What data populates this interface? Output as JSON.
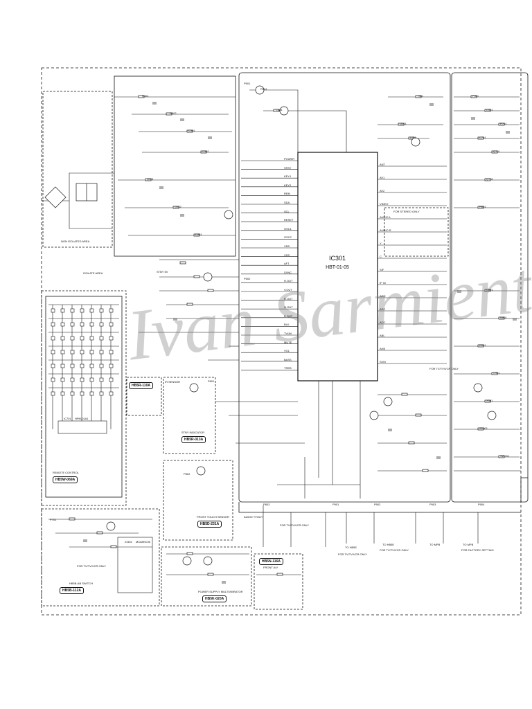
{
  "main_ic": {
    "ref": "IC301",
    "part": "HBT-01-05"
  },
  "watermark": "Ivan Sarmiento",
  "areas": {
    "non_isolated": "NON ISOLATED AREA",
    "isolated": "ISOLATE AREA"
  },
  "board_labels": {
    "remote_control": "HB5W-069A",
    "remote_control_title": "REMOTE CONTROL",
    "ir_receiver": "HB5R-110A",
    "stby_indicator": "HB5R-013A",
    "stby_title": "STBY INDICATOR",
    "front_touch_sensor": "HB5D-231A",
    "front_touch_title": "FRONT TOUCH SENSOR",
    "ac_switch": "HB5B-112A",
    "ac_switch_title": "HB5B-AB SWITCH",
    "power_supply": "HB5K-020A",
    "power_supply_title": "POWER SUPPLY MULTIVIBRATOR",
    "front_av": "HB5N-116A",
    "front_av_title": "FRONT A/V"
  },
  "sub_ic": {
    "keypad": "IC701",
    "keypad_part": "HPM-01A1",
    "micom": "IC502",
    "micom_part": "MC68HC05"
  },
  "notes": {
    "tvvcr_only": "FOR TV/TV/VCR ONLY",
    "stereo_only": "FOR STEREO ONLY",
    "factory_setting": "FOR FACTORY SETTING",
    "to_hb5e": "TO HB5E",
    "to_mpb": "TO MPB",
    "audio_tvout": "AUDIO TVOUT",
    "stby_5v": "STBY 5V",
    "ir_sensor": "IR SENSOR"
  },
  "pin_labels_left": [
    "POWER",
    "STBY",
    "KEY1",
    "KEY2",
    "REM",
    "SDA",
    "SCL",
    "RESET",
    "OSC1",
    "OSC2",
    "VDD",
    "VSS",
    "AFT",
    "SYNC",
    "H.OUT",
    "V.OUT",
    "R.OUT",
    "G.OUT",
    "B.OUT",
    "BLK",
    "TV/AV",
    "MUTE",
    "VOL",
    "BASS",
    "TREB"
  ],
  "pin_labels_right": [
    "ANT",
    "AV1",
    "AV2",
    "VIDEO",
    "AUDIO L",
    "AUDIO R",
    "Y",
    "C",
    "SIF",
    "IF IN",
    "AGC",
    "APC",
    "ACC",
    "ABL",
    "AKB",
    "SVM"
  ],
  "connector_labels": [
    "P501",
    "P502",
    "P701",
    "P801",
    "P802",
    "P803",
    "P901",
    "P902",
    "P903",
    "P904"
  ],
  "component_refs": [
    "R301",
    "R302",
    "C301",
    "C302",
    "Q301",
    "Q302",
    "D301",
    "R501",
    "C501",
    "Q501",
    "L501",
    "T501",
    "F501",
    "D501",
    "R701",
    "C701",
    "Q701",
    "Q702",
    "R801",
    "C801",
    "Q801",
    "R901",
    "C901",
    "X301",
    "ZD301",
    "SW701"
  ]
}
